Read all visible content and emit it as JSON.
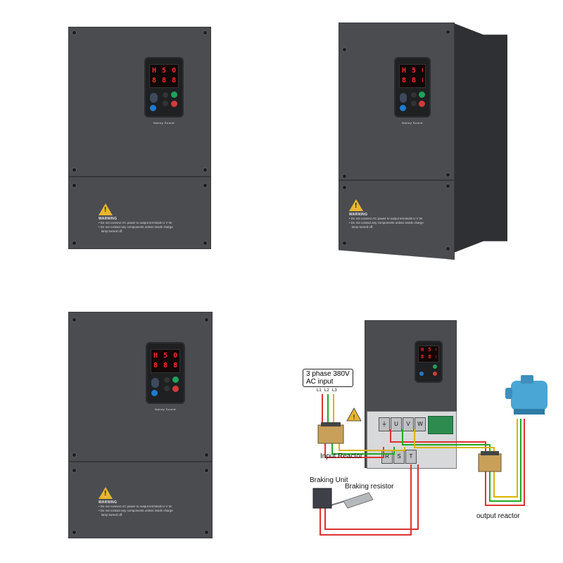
{
  "keypad": {
    "display_top": "H 5 0 0",
    "display_bottom": "8 8 8",
    "brand": "Nanny Sound"
  },
  "warning": {
    "symbol": "!",
    "title": "WARNING",
    "line1": "• Do not connect AC power to output terminals U V W.",
    "line2": "• Do not contact any components unless inside charge",
    "line3": "lamp turned off."
  },
  "diagram": {
    "input_title_line1": "3 phase 380V",
    "input_title_line2": "AC input",
    "phase_labels": [
      "L1",
      "L2",
      "L3"
    ],
    "input_reactor": "Input Reactor",
    "braking_unit": "Braking Unit",
    "braking_resistor": "Braking resistor",
    "output_reactor": "output reactor",
    "output_terminals": [
      "U",
      "V",
      "W"
    ],
    "dc_terminals": [
      "R",
      "S",
      "T"
    ]
  },
  "colors": {
    "panel": "#4a4c50",
    "lcd_red": "#ff2b2b",
    "warning_yellow": "#e8b531",
    "wire_red": "#d33",
    "wire_green": "#2a2",
    "wire_yellow": "#d8b400",
    "motor_blue": "#4aa6d4"
  }
}
